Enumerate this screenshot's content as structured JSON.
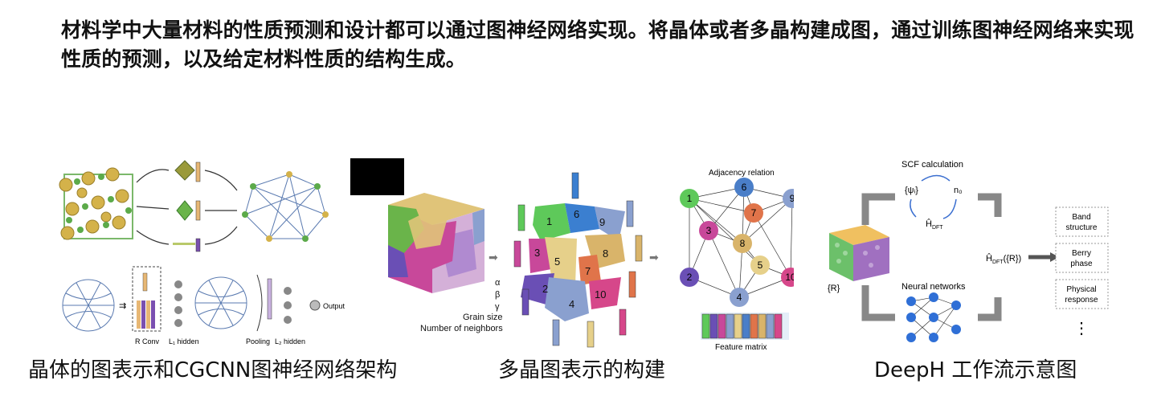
{
  "intro_text": "材料学中大量材料的性质预测和设计都可以通过图神经网络实现。将晶体或者多晶构建成图，通过训练图神经网络来实现性质的预测，以及给定材料性质的结构生成。",
  "captions": {
    "left": "晶体的图表示和CGCNN图神经网络架构",
    "middle": "多晶图表示的构建",
    "right": "DeepH 工作流示意图"
  },
  "cgcnn": {
    "output_label": "Output",
    "r_conv_label": "R Conv",
    "l1_hidden_label": "L₁ hidden",
    "pooling_label": "Pooling",
    "l2_hidden_label": "L₂ hidden"
  },
  "polycrystal": {
    "grain_numbers": [
      "1",
      "2",
      "3",
      "4",
      "5",
      "6",
      "7",
      "8",
      "9",
      "10"
    ],
    "feature_labels": [
      "α",
      "β",
      "γ",
      "Grain size",
      "Number of neighbors"
    ],
    "adjacency_label": "Adjacency relation",
    "feature_matrix_label": "Feature matrix",
    "graph_node_numbers": [
      "1",
      "2",
      "3",
      "4",
      "5",
      "6",
      "7",
      "8",
      "9",
      "10"
    ],
    "colors": {
      "green": "#5ec95a",
      "purple": "#6a4fb5",
      "magenta": "#c8489a",
      "blue": "#4a7ec8",
      "tan": "#e6d08a",
      "orange": "#e0744a",
      "sand": "#d9b46a",
      "pink": "#d6478a",
      "slate": "#8aa0cf"
    }
  },
  "deeph": {
    "scf_label": "SCF calculation",
    "psi_label": "{ψᵢ}",
    "n0_label": "n₀",
    "h_dft_label": "Ĥ",
    "h_dft_sub": "DFT",
    "r_label": "{R}",
    "nn_label": "Neural networks",
    "h_dft_r_label": "Ĥ",
    "h_dft_r_tail": "({R})",
    "outputs": [
      "Band structure",
      "Berry phase",
      "Physical response"
    ],
    "outputs_lines": [
      [
        "Band",
        "structure"
      ],
      [
        "Berry",
        "phase"
      ],
      [
        "Physical",
        "response"
      ]
    ],
    "more": "⋮"
  }
}
